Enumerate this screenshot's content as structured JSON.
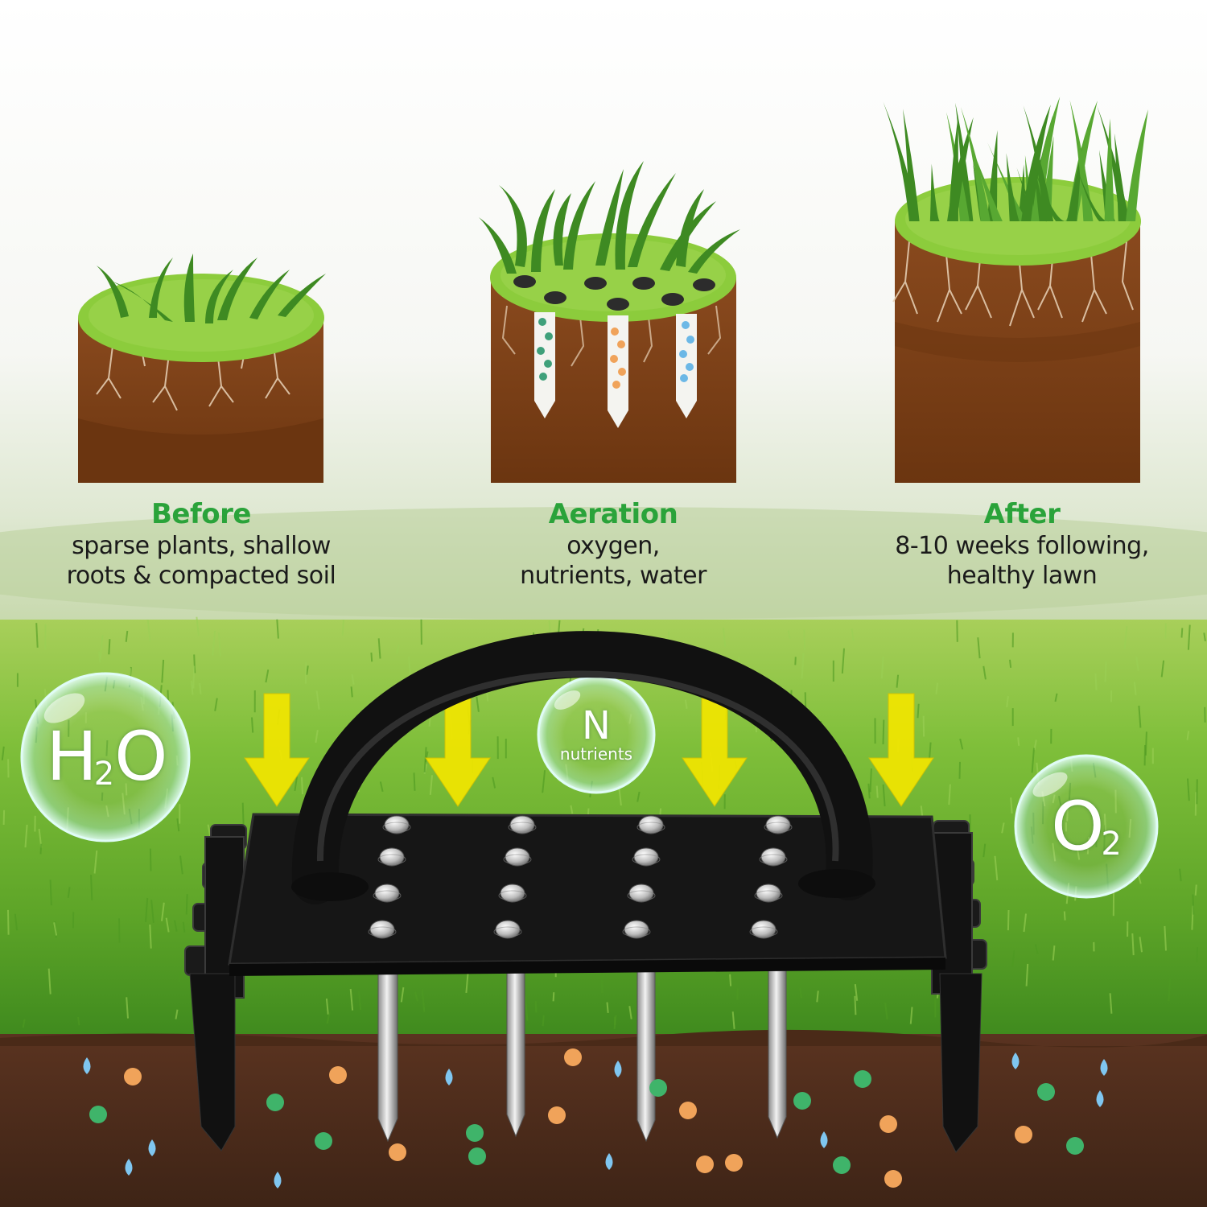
{
  "stages": [
    {
      "title": "Before",
      "desc_lines": [
        "sparse plants, shallow",
        "roots & compacted soil"
      ]
    },
    {
      "title": "Aeration",
      "desc_lines": [
        "oxygen,",
        "nutrients, water"
      ]
    },
    {
      "title": "After",
      "desc_lines": [
        "8-10 weeks following,",
        "healthy lawn"
      ]
    }
  ],
  "bubbles": {
    "water": {
      "main": "H",
      "sub": "2",
      "tail": "O"
    },
    "nitrogen": {
      "main": "N",
      "sub": "nutrients"
    },
    "oxygen": {
      "main": "O",
      "sub": "2"
    }
  },
  "colors": {
    "title_green": "#2aa33a",
    "soil_brown": "#7a3c14",
    "grass_top": "#8ccc3c",
    "arrow_yellow": "#f2e600",
    "tool_black": "#141414"
  }
}
